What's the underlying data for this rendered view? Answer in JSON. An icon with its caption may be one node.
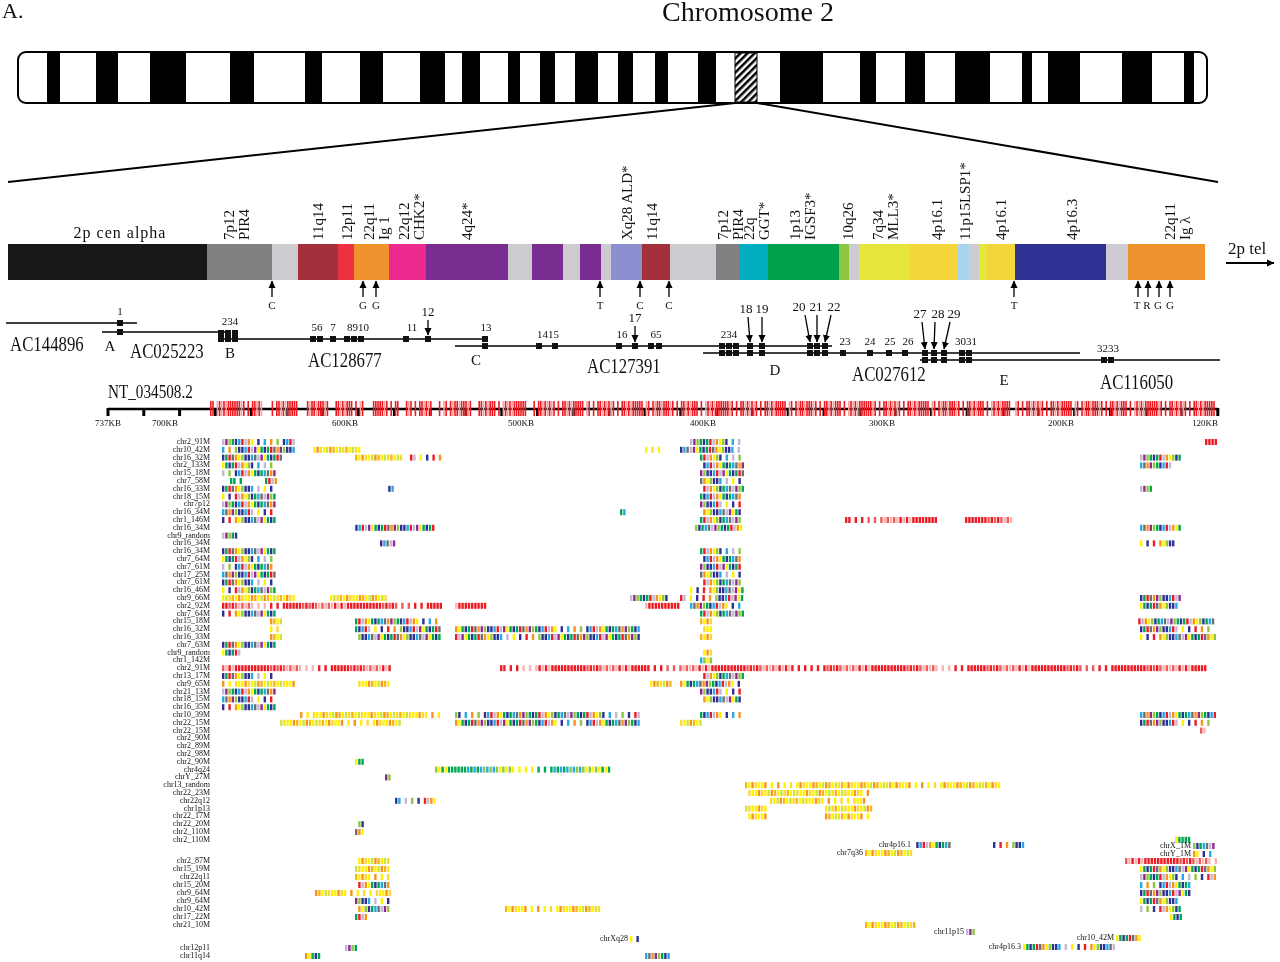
{
  "diagram": {
    "title": "Chromosome 2",
    "nodes": [
      {
        "text": [
          "2p cen alpha"
        ]
      },
      {
        "text": [
          "7p12 PIR4"
        ]
      },
      {
        "text": [],
        "shape": "box"
      },
      {
        "text": [
          "11q14"
        ]
      },
      {
        "text": [
          "12p11"
        ]
      },
      {
        "text": [
          "22q11 Ig 1"
        ]
      },
      {
        "text": [
          "22q12 CHK2*"
        ]
      },
      {
        "text": [
          "4q24*"
        ]
      },
      {
        "text": [],
        "shape": "box"
      },
      {
        "text": [],
        "shape": "box"
      },
      {
        "text": [],
        "shape": "box"
      },
      {
        "text": [],
        "shape": "box"
      },
      {
        "text": [],
        "shape": "box"
      },
      {
        "text": [
          "Xq28 ALD*"
        ]
      },
      {
        "text": [
          "11q14"
        ]
      },
      {
        "text": [],
        "shape": "box"
      },
      {
        "text": [
          "7p12 PIR4"
        ]
      },
      {
        "text": [
          "22q GGT*"
        ]
      },
      {
        "text": [
          "1p13 IGSF3*"
        ]
      },
      {
        "text": [
          "10q26"
        ]
      },
      {
        "text": [],
        "shape": "box"
      },
      {
        "text": [
          "7q34 MLL3*"
        ]
      },
      {
        "text": [
          "4p16.1"
        ]
      },
      {
        "text": [
          "11p15LSP1*"
        ]
      },
      {
        "text": [],
        "shape": "box"
      },
      {
        "text": [],
        "shape": "box"
      },
      {
        "text": [
          "4p16.1"
        ]
      },
      {
        "text": [
          "4p16.3"
        ]
      },
      {
        "text": [],
        "shape": "box"
      },
      {
        "text": [
          "22q11 Ig λ"
        ]
      },
      {
        "text": [
          "C"
        ]
      },
      {
        "text": [
          "G"
        ]
      },
      {
        "text": [
          "G"
        ]
      },
      {
        "text": [
          "T"
        ]
      },
      {
        "text": [
          "C"
        ]
      },
      {
        "text": [
          "C"
        ]
      },
      {
        "text": [
          "T"
        ]
      },
      {
        "text": [
          "T"
        ]
      },
      {
        "text": [
          "R"
        ]
      },
      {
        "text": [
          "G"
        ]
      },
      {
        "text": [
          "G"
        ]
      },
      {
        "text": [
          "12"
        ]
      },
      {
        "text": [
          "17"
        ]
      },
      {
        "text": [
          "18"
        ]
      },
      {
        "text": [
          "19"
        ]
      },
      {
        "text": [
          "20"
        ]
      },
      {
        "text": [
          "21"
        ]
      },
      {
        "text": [
          "22"
        ]
      },
      {
        "text": [
          "27"
        ]
      },
      {
        "text": [
          "28"
        ]
      },
      {
        "text": [
          "29"
        ]
      },
      {
        "text": [],
        "shape": "box"
      },
      {
        "text": [],
        "shape": "box"
      },
      {
        "text": [],
        "shape": "box"
      },
      {
        "text": [],
        "shape": "box"
      },
      {
        "text": [],
        "shape": "box"
      },
      {
        "text": [],
        "shape": "box"
      },
      {
        "text": [],
        "shape": "box"
      },
      {
        "text": [],
        "shape": "box"
      },
      {
        "text": [],
        "shape": "box"
      },
      {
        "text": [],
        "shape": "box"
      }
    ],
    "edges": [
      {
        "from": 30,
        "to": 1,
        "arrow": "to"
      },
      {
        "from": 31,
        "to": 5,
        "arrow": "to"
      },
      {
        "from": 32,
        "to": 5,
        "arrow": "to"
      },
      {
        "from": 33,
        "to": 11,
        "arrow": "to"
      },
      {
        "from": 34,
        "to": 13,
        "arrow": "to"
      },
      {
        "from": 35,
        "to": 14,
        "arrow": "to"
      },
      {
        "from": 36,
        "to": 26,
        "arrow": "to"
      },
      {
        "from": 37,
        "to": 29,
        "arrow": "to"
      },
      {
        "from": 38,
        "to": 29,
        "arrow": "to"
      },
      {
        "from": 39,
        "to": 29,
        "arrow": "to"
      },
      {
        "from": 40,
        "to": 29,
        "arrow": "to"
      },
      {
        "from": 41,
        "to": 51,
        "arrow": "to"
      },
      {
        "from": 42,
        "to": 52,
        "arrow": "to"
      },
      {
        "from": 43,
        "to": 53,
        "arrow": "to"
      },
      {
        "from": 44,
        "to": 54,
        "arrow": "to"
      },
      {
        "from": 45,
        "to": 55,
        "arrow": "to"
      },
      {
        "from": 46,
        "to": 56,
        "arrow": "to"
      },
      {
        "from": 47,
        "to": 57,
        "arrow": "to"
      },
      {
        "from": 48,
        "to": 58,
        "arrow": "to"
      },
      {
        "from": 49,
        "to": 59,
        "arrow": "to"
      },
      {
        "from": 50,
        "to": 60,
        "arrow": "to"
      }
    ],
    "labels": [
      "A.",
      "2p tel",
      "1",
      "AC144896",
      "A",
      "AC025223",
      "234",
      "B",
      "56",
      "7",
      "8910",
      "11",
      "AC128677",
      "13",
      "C",
      "1415",
      "16",
      "65",
      "AC127391",
      "234",
      "D",
      "23",
      "24",
      "25",
      "26",
      "AC027612",
      "3031",
      "E",
      "3233",
      "AC116050",
      "NT_034508.2",
      "737KB",
      "700KB",
      "600KB",
      "500KB",
      "400KB",
      "300KB",
      "200KB",
      "120KB",
      "chr2_91M",
      "chr10_42M",
      "chr16_32M",
      "chr2_133M",
      "chr15_18M",
      "chr7_58M",
      "chr16_33M",
      "chr18_15M",
      "chr7p12",
      "chr16_34M",
      "chr1_146M",
      "chr16_34M",
      "chr9_random",
      "chr16_34M",
      "chr16_34M",
      "chr7_64M",
      "chr7_61M",
      "chr17_25M",
      "chr7_61M",
      "chr16_46M",
      "chr9_66M",
      "chr2_92M",
      "chr7_64M",
      "chr15_18M",
      "chr16_32M",
      "chr16_33M",
      "chr7_63M",
      "chr9_random",
      "chr1_142M",
      "chr2_91M",
      "chr13_17M",
      "chr9_65M",
      "chr21_13M",
      "chr18_15M",
      "chr16_35M",
      "chr10_39M",
      "chr22_15M",
      "chr22_15M",
      "chr2_90M",
      "chr2_89M",
      "chr2_98M",
      "chr2_90M",
      "chr4q24",
      "chrY_27M",
      "chr13_random",
      "chr22_23M",
      "chr22q12",
      "chr1p13",
      "chr22_17M",
      "chr22_20M",
      "chr2_110M",
      "chr2_110M",
      "chr2_87M",
      "chr15_19M",
      "chr22q11",
      "chr15_20M",
      "chr9_64M",
      "chr9_64M",
      "chr10_42M",
      "chr17_22M",
      "chr21_10M",
      "chr12p11",
      "chr11q14",
      "chr4p16.1",
      "chr7q36",
      "chrX_1M",
      "chrY_1M",
      "chrXq28",
      "chr11p15",
      "chr10_42M",
      "chr4p16.3"
    ]
  }
}
